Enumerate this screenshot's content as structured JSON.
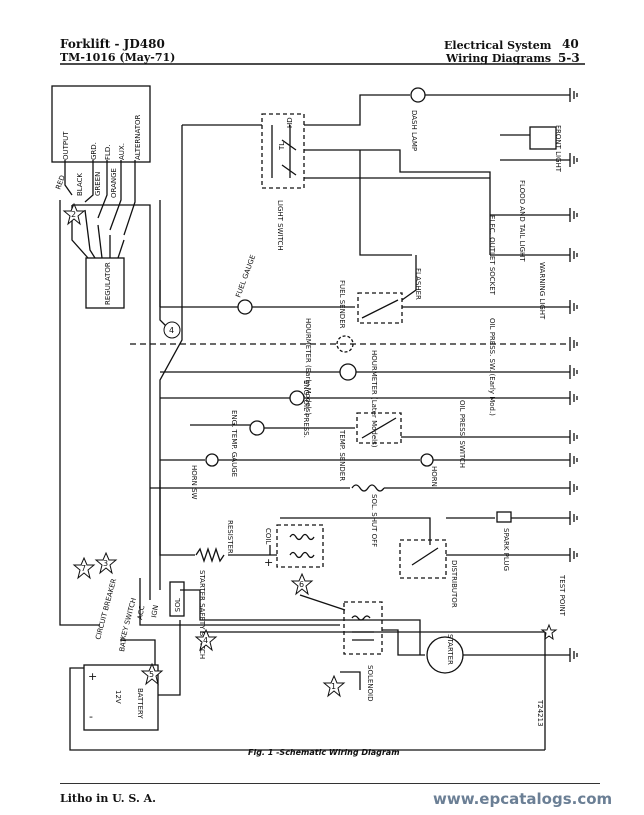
{
  "header": {
    "left_line1": "Forklift - JD480",
    "left_line2": "TM-1016  (May-71)",
    "right_line1": "Electrical System",
    "right_line2": "Wiring Diagrams",
    "page_number": "40",
    "section_number": "5-3"
  },
  "labels": {
    "alternator": "ALTERNATOR",
    "output": "OUTPUT",
    "grd": "GRD.",
    "fld": "FLD.",
    "aux": "AUX.",
    "red": "RED",
    "black": "BLACK",
    "green": "GREEN",
    "orange": "ORANGE",
    "regulator": "REGULATOR",
    "light_switch": "LIGHT SWITCH",
    "hd": "HD",
    "tl": "TL",
    "dash_lamp": "DASH LAMP",
    "front_light": "FRONT LIGHT",
    "flood_tail": "FLOOD AND TAIL LIGHT",
    "elec_outlet": "ELEC. OUTLET SOCKET",
    "flasher": "FLASHER",
    "warning_light": "WARNING LIGHT",
    "fuel_gauge": "FUEL GAUGE",
    "fuel_sender": "FUEL SENDER",
    "oil_press_sw_early": "OIL PRESS. SW. (Early Mod.)",
    "hourmeter_early": "HOURMETER (Early Models)",
    "hourmeter_later": "HOURMETER (Later Models)",
    "eng_oil_press": "ENG. OIL PRESS.",
    "eng_temp_gauge": "ENG. TEMP. GAUGE",
    "oil_press_switch": "OIL PRESS. SWITCH",
    "temp_sender": "TEMP. SENDER",
    "horn_sw": "HORN SW",
    "horn": "HORN",
    "sol_shut_off": "SOL. SHUT OFF",
    "resister": "RESISTER",
    "coil": "COIL",
    "spark_plug": "SPARK PLUG",
    "distributor": "DISTRIBUTOR",
    "circuit_breaker": "CIRCUIT BREAKER",
    "key_switch": "KEY SWITCH",
    "acc": "ACC",
    "ign": "IGN",
    "sol": "SOL",
    "bat": "BAT",
    "starter_safety_switch": "STARTER SAFETY SWITCH",
    "test_point": "TEST POINT",
    "starter": "STARTER",
    "solenoid": "SOLENOID",
    "battery": "BATTERY",
    "v12": "12V",
    "plus": "+",
    "minus": "-",
    "ref_code": "T24213"
  },
  "markers": [
    "1",
    "2",
    "3",
    "4",
    "5",
    "6",
    "7"
  ],
  "caption": "Fig. 1 -Schematic Wiring Diagram",
  "footer": {
    "litho": "Litho in U. S. A.",
    "site": "www.epcatalogs.com"
  }
}
